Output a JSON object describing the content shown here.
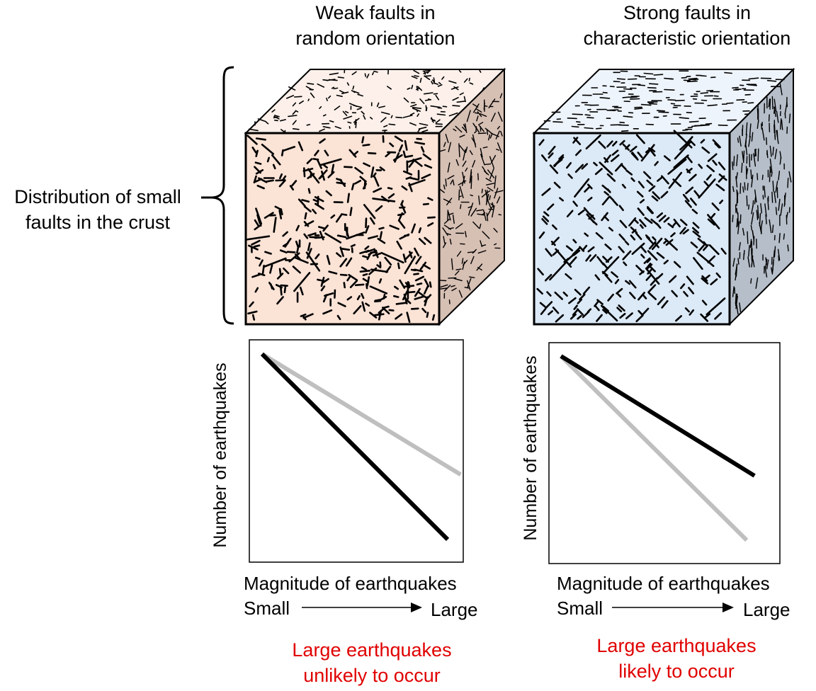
{
  "panels": [
    {
      "title_line1": "Weak faults in",
      "title_line2": "random orientation",
      "ylabel": "Number of earthquakes",
      "xlabel": "Magnitude of earthquakes",
      "x_small": "Small",
      "x_large": "Large",
      "caption_line1": "Large earthquakes",
      "caption_line2": "unlikely to occur",
      "cube_front": "#fbe3d6",
      "cube_top": "#fdf0ea",
      "cube_side": "#d6bfb3"
    },
    {
      "title_line1": "Strong faults in",
      "title_line2": "characteristic orientation",
      "ylabel": "Number of earthquakes",
      "xlabel": "Magnitude of earthquakes",
      "x_small": "Small",
      "x_large": "Large",
      "caption_line1": "Large earthquakes",
      "caption_line2": "likely to occur",
      "cube_front": "#dce9f6",
      "cube_top": "#eef4fb",
      "cube_side": "#b5bec9"
    }
  ],
  "side_label_line1": "Distribution of small",
  "side_label_line2": "faults in the crust",
  "colors": {
    "caption": "#e00000",
    "black_line": "#000000",
    "gray_line": "#bfbfbf"
  },
  "chart_data": [
    {
      "type": "line",
      "series": [
        {
          "color": "black",
          "x": [
            0,
            1
          ],
          "y": [
            1,
            0
          ]
        },
        {
          "color": "gray",
          "x": [
            0,
            1
          ],
          "y": [
            1,
            0.35
          ]
        }
      ]
    },
    {
      "type": "line",
      "series": [
        {
          "color": "black",
          "x": [
            0,
            1
          ],
          "y": [
            1,
            0.35
          ]
        },
        {
          "color": "gray",
          "x": [
            0,
            1
          ],
          "y": [
            1,
            0
          ]
        }
      ]
    }
  ]
}
